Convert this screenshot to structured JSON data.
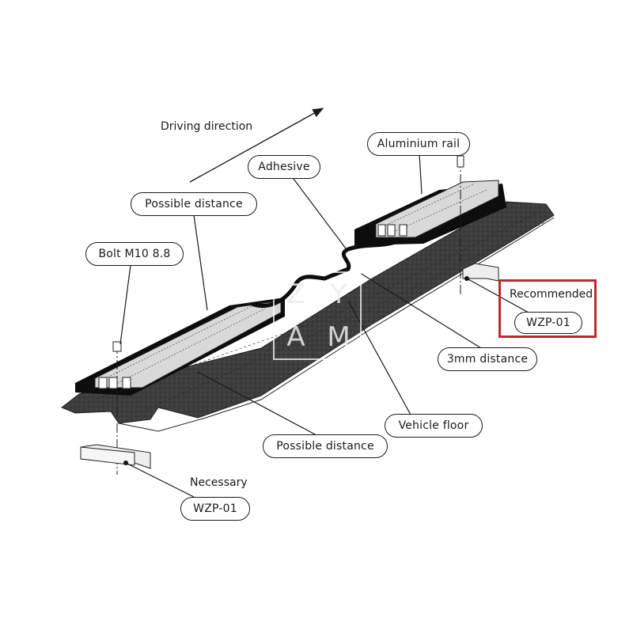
{
  "diagram": {
    "title_arrow": {
      "label": "Driving direction"
    },
    "callouts": {
      "adhesive": "Adhesive",
      "aluminium_rail": "Aluminium rail",
      "possible_distance_top": "Possible distance",
      "bolt": "Bolt M10 8.8",
      "recommended_heading": "Recommended",
      "recommended_part": "WZP-01",
      "three_mm_distance": "3mm distance",
      "vehicle_floor": "Vehicle floor",
      "possible_distance_bottom": "Possible distance",
      "necessary_heading": "Necessary",
      "necessary_part": "WZP-01"
    },
    "watermark": {
      "letters": [
        "Z",
        "Y",
        "A",
        "M"
      ]
    },
    "colors": {
      "highlight_border": "#c0282d",
      "floor": "#3a3a3a",
      "rail": "#d9d9d9",
      "adhesive": "#0d0d0d",
      "line": "#1a1a1a"
    }
  }
}
